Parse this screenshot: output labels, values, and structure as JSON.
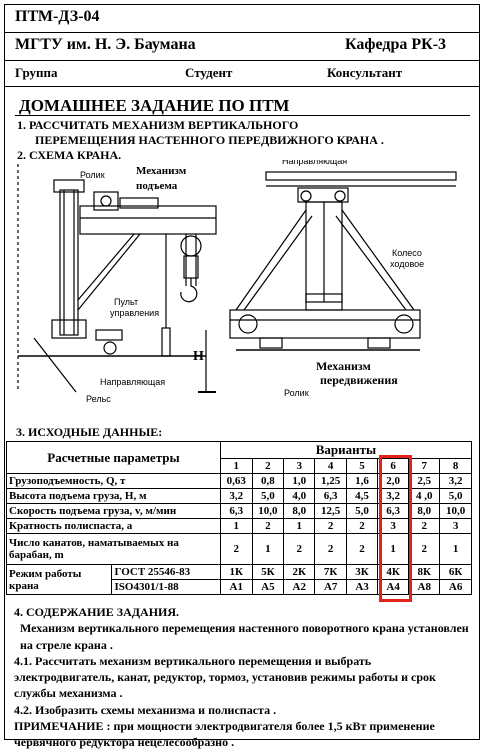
{
  "header": {
    "code": "ПТМ-ДЗ-04",
    "university": "МГТУ им. Н. Э. Баумана",
    "department": "Кафедра РК-3",
    "group_label": "Группа",
    "student_label": "Студент",
    "consultant_label": "Консультант"
  },
  "title": "ДОМАШНЕЕ ЗАДАНИЕ ПО ПТМ",
  "task": {
    "line1": "1. РАССЧИТАТЬ МЕХАНИЗМ ВЕРТИКАЛЬНОГО",
    "line2": "ПЕРЕМЕЩЕНИЯ НАСТЕННОГО  ПЕРЕДВИЖНОГО КРАНА ."
  },
  "scheme": {
    "heading": "2. СХЕМА КРАНА."
  },
  "diagram": {
    "roller": "Ролик",
    "hoist_mech_1": "Механизм",
    "hoist_mech_2": "подъема",
    "pendant_1": "Пульт",
    "pendant_2": "управления",
    "guide": "Направляющая",
    "rail": "Рельс",
    "wheel_1": "Колесо",
    "wheel_2": "ходовое",
    "travel_mech_1": "Механизм",
    "travel_mech_2": "передвижения"
  },
  "initial_data": {
    "heading": "3. ИСХОДНЫЕ ДАННЫЕ:"
  },
  "table": {
    "param_header": "Расчетные параметры",
    "variants_header": "Варианты",
    "variants": [
      "1",
      "2",
      "3",
      "4",
      "5",
      "6",
      "7",
      "8"
    ],
    "rows": [
      {
        "name": "Грузоподъемность, Q, т",
        "values": [
          "0,63",
          "0,8",
          "1,0",
          "1,25",
          "1,6",
          "2,0",
          "2,5",
          "3,2"
        ]
      },
      {
        "name": "Высота подъема груза, Н, м",
        "values": [
          "3,2",
          "5,0",
          "4,0",
          "6,3",
          "4,5",
          "3,2",
          "4 ,0",
          "5,0"
        ]
      },
      {
        "name": "Скорость подъема груза, v, м/мин",
        "values": [
          "6,3",
          "10,0",
          "8,0",
          "12,5",
          "5,0",
          "6,3",
          "8,0",
          "10,0"
        ]
      },
      {
        "name": "Кратность полиспаста, а",
        "values": [
          "1",
          "2",
          "1",
          "2",
          "2",
          "3",
          "2",
          "3"
        ]
      },
      {
        "name": "Число канатов, наматываемых на барабан, m",
        "values": [
          "2",
          "1",
          "2",
          "2",
          "2",
          "1",
          "2",
          "1"
        ]
      }
    ],
    "mode_label": "Режим работы крана",
    "standard_1": "ГОСТ 25546-83",
    "standard_1_values": [
      "1К",
      "5К",
      "2К",
      "7К",
      "3К",
      "4К",
      "8К",
      "6К"
    ],
    "standard_2": "ISO4301/1-88",
    "standard_2_values": [
      "А1",
      "А5",
      "А2",
      "А7",
      "А3",
      "А4",
      "А8",
      "А6"
    ]
  },
  "content": {
    "heading": "4. СОДЕРЖАНИЕ ЗАДАНИЯ.",
    "p1": "Механизм вертикального перемещения  настенного поворотного крана установлен на стреле крана .",
    "p2": "4.1. Рассчитать механизм вертикального перемещения и выбрать электродвигатель, канат, редуктор, тормоз, установив режимы работы и срок службы механизма .",
    "p3": "4.2. Изобразить схемы механизма и полиспаста .",
    "p4": "ПРИМЕЧАНИЕ :   при мощности электродвигателя более 1,5 кВт применение червячного редуктора нецелесообразно ."
  }
}
